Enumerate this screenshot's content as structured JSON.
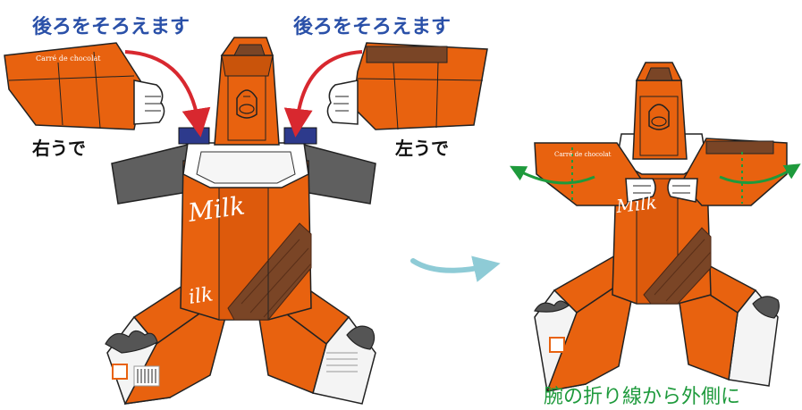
{
  "labels": {
    "align_back_left": "後ろをそろえます",
    "align_back_right": "後ろをそろえます",
    "right_arm": "右うで",
    "left_arm": "左うで",
    "fold_outward": "腕の折り線から外側に"
  },
  "box_print": {
    "brand_script": "Milk",
    "brand_script_small": "ilk",
    "arm_text": "Carré de chocolat"
  },
  "colors": {
    "orange": "#e8620f",
    "orange_dark": "#b84a08",
    "chocolate": "#7a4526",
    "gray_panel": "#5f5f5f",
    "navy_tab": "#2d3a8c",
    "red_arrow": "#d8282f",
    "green_arrow": "#1e9a3c",
    "teal_arrow": "#8ecbd6",
    "label_blue": "#2a50a8"
  },
  "icons": [
    "red-curved-arrow",
    "green-rotation-arrow",
    "teal-transition-arrow",
    "hand-icon",
    "face-icon"
  ]
}
